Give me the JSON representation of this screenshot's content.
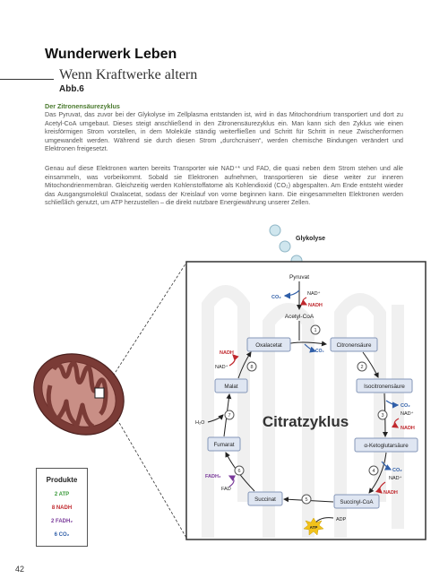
{
  "header": {
    "title": "Wunderwerk Leben",
    "subtitle": "Wenn Kraftwerke altern",
    "figure_label": "Abb.6"
  },
  "section": {
    "heading": "Der Zitronensäurezyklus",
    "paragraph1": "Das Pyruvat, das zuvor bei der Glykolyse im Zellplasma entstanden ist, wird in das Mitochondrium transportiert und dort zu Acetyl-CoA umgebaut. Dieses steigt anschließend in den Zitronensäurezyklus ein. Man kann sich den Zyklus wie einen kreisförmigen Strom vorstellen, in dem Moleküle ständig weiterfließen und Schritt für Schritt in neue Zwischenformen umgewandelt werden. Während sie durch diesen Strom „durchcruisen“, werden chemische Bindungen verändert und Elektronen freigesetzt.",
    "paragraph2": "Genau auf diese Elektronen warten bereits Transporter wie NAD⁺* und FAD, die quasi neben dem Strom stehen und alle einsammeln, was vorbeikommt. Sobald sie Elektronen aufnehmen, transportieren sie diese weiter zur inneren Mitochondrienmembran. Gleichzeitig werden Kohlenstoffatome als Kohlendioxid (CO₂) abgespalten. Am Ende entsteht wieder das Ausgangsmolekül Oxalacetat, sodass der Kreislauf von vorne beginnen kann. Die eingesammelten Elektronen werden schließlich genutzt, um ATP herzustellen – die direkt nutzbare Energiewährung unserer Zellen."
  },
  "diagram": {
    "glykolyse_label": "Glykolyse",
    "pyruvat": "Pyruvat",
    "acetyl_coa": "Acetyl-CoA",
    "center_label": "Citratzyklus",
    "molecules": {
      "oxalacetat": "Oxalacetat",
      "citronensaeure": "Citronensäure",
      "isocitronensaeure": "Isocitronensäure",
      "ketoglutarsaeure": "α-Ketoglutarsäure",
      "succinyl_coa": "Succinyl-CoA",
      "succinat": "Succinat",
      "fumarat": "Fumarat",
      "malat": "Malat"
    },
    "steps": [
      "1",
      "2",
      "3",
      "4",
      "5",
      "6",
      "7",
      "8"
    ],
    "cofactors": {
      "co2": "CO₂",
      "nad": "NAD⁺",
      "nadh": "NADH",
      "fad": "FAD",
      "fadh2": "FADH₂",
      "h2o": "H₂O",
      "adp": "ADP",
      "atp": "ATP"
    },
    "colors": {
      "co2": "#2f5ea8",
      "nadh": "#c0282d",
      "fadh2": "#7a3a9a",
      "box_fill": "#dfe6f2",
      "box_stroke": "#8597b8"
    }
  },
  "products": {
    "title": "Produkte",
    "items": [
      {
        "label": "2 ATP",
        "color": "#3a9a3a"
      },
      {
        "label": "8 NADH",
        "color": "#c0282d"
      },
      {
        "label": "2 FADH₂",
        "color": "#7a3a9a"
      },
      {
        "label": "6 CO₂",
        "color": "#2f5ea8"
      }
    ]
  },
  "page_number": "42"
}
